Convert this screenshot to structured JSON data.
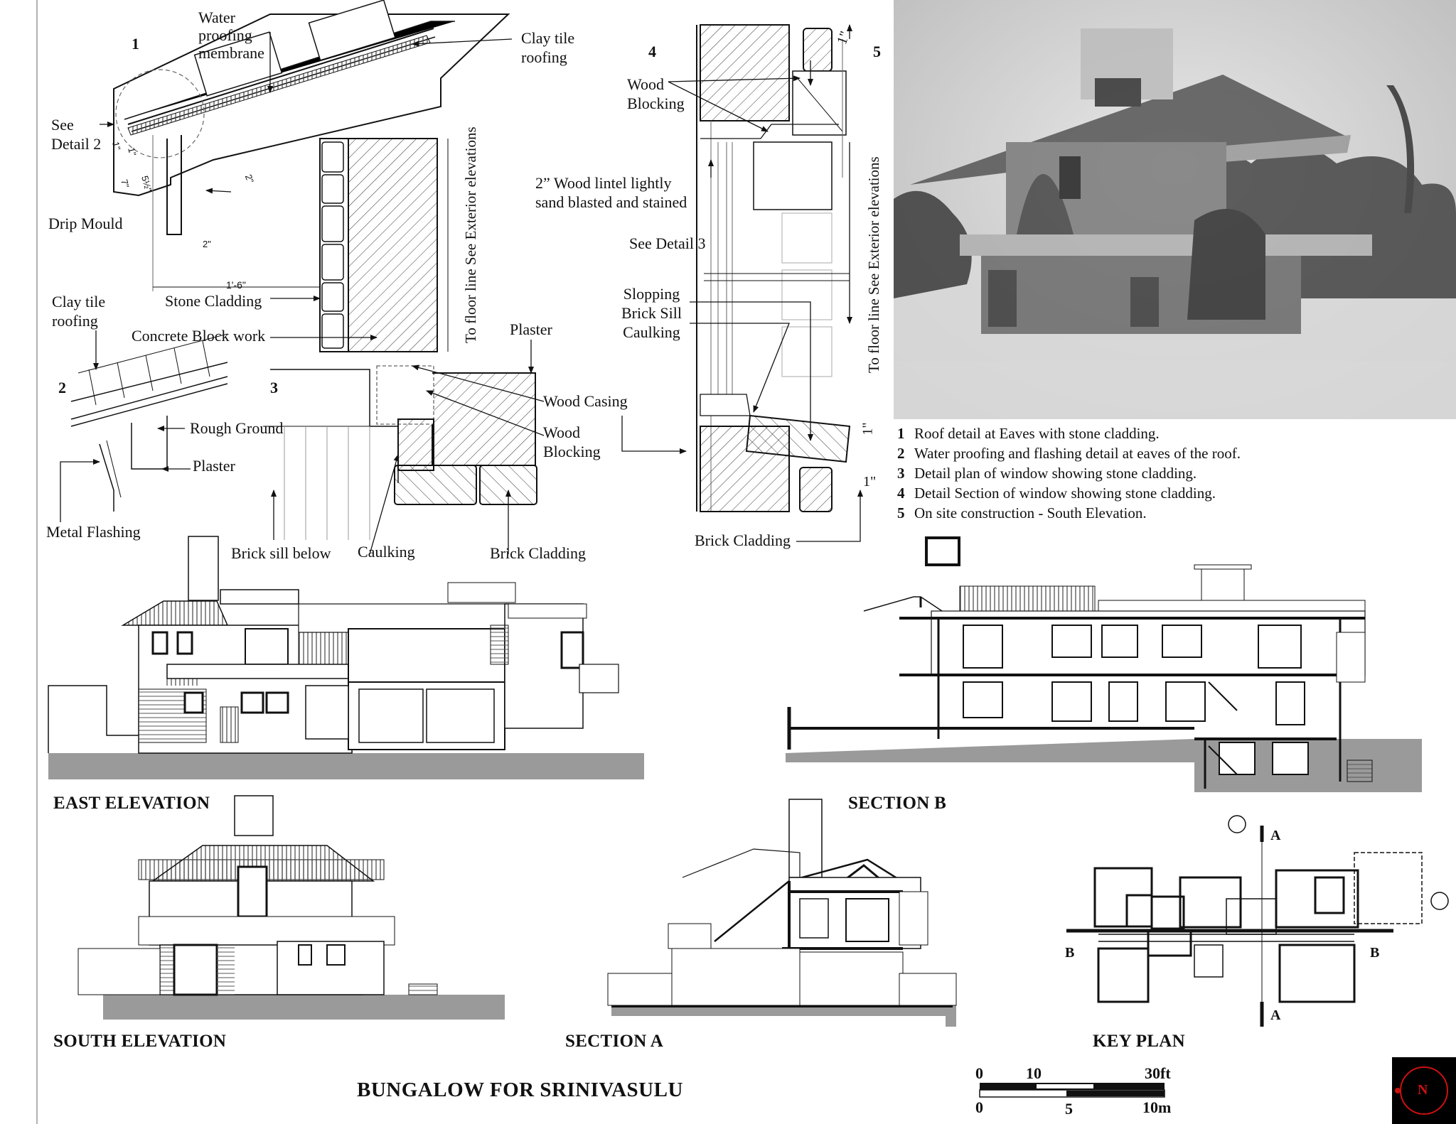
{
  "details": {
    "numbers": [
      "1",
      "2",
      "3",
      "4",
      "5"
    ],
    "d1": {
      "water_proofing": [
        "Water",
        "proofing",
        "membrane"
      ],
      "clay_tile": [
        "Clay tile",
        "roofing"
      ],
      "see_detail2": [
        "See",
        "Detail 2"
      ],
      "drip_mould": "Drip Mould",
      "stone_cladding": "Stone Cladding",
      "concrete_block": "Concrete Block work",
      "floor_line": "To floor line See Exterior elevations",
      "dim_1_6": "1'-6\"",
      "dim_2a": "2\"",
      "dim_2b": "2\"",
      "dim_1": "1\"",
      "dim_7": "7\"",
      "dim_5_5": "5½\"",
      "dim_1b": "1\""
    },
    "d2": {
      "clay_tile": [
        "Clay tile",
        "roofing"
      ],
      "rough_ground": "Rough Ground",
      "plaster": "Plaster",
      "metal_flashing": "Metal Flashing"
    },
    "d3": {
      "plaster": "Plaster",
      "wood_casing": "Wood Casing",
      "wood_blocking": [
        "Wood",
        "Blocking"
      ],
      "brick_sill": "Brick sill below",
      "caulking": "Caulking",
      "brick_cladding": "Brick Cladding"
    },
    "d4": {
      "wood_blocking": [
        "Wood",
        "Blocking"
      ],
      "wood_lintel": [
        "2” Wood lintel lightly",
        "sand blasted and stained"
      ],
      "see_detail3": "See Detail 3",
      "sloping": [
        "Slopping",
        "Brick Sill",
        "Caulking"
      ],
      "brick_cladding": "Brick Cladding",
      "floor_line": "To floor line See Exterior elevations",
      "dim_1a": "1\"",
      "dim_1b": "1\"",
      "dim_1c": "1\""
    }
  },
  "legend": [
    {
      "n": "1",
      "text": "Roof detail at Eaves with stone cladding."
    },
    {
      "n": "2",
      "text": "Water proofing and flashing detail at eaves of the roof."
    },
    {
      "n": "3",
      "text": "Detail plan of window showing stone cladding."
    },
    {
      "n": "4",
      "text": "Detail Section of window  showing stone cladding."
    },
    {
      "n": "5",
      "text": "On site construction  - South  Elevation."
    }
  ],
  "drawings": {
    "east_elevation": "EAST ELEVATION",
    "section_b": "SECTION  B",
    "south_elevation": "SOUTH ELEVATION",
    "section_a": "SECTION A",
    "key_plan": "KEY PLAN"
  },
  "key_plan_marks": {
    "a_top": "A",
    "a_bottom": "A",
    "b_left": "B",
    "b_right": "B"
  },
  "title": "BUNGALOW FOR SRINIVASULU",
  "scale": {
    "top": [
      "0",
      "10",
      "30ft"
    ],
    "bottom": [
      "0",
      "5",
      "10m"
    ]
  },
  "north": "N",
  "colors": {
    "ink": "#111111",
    "ground": "#9a9a9a",
    "north_bg": "#000000",
    "north_red": "#cc1111",
    "photo_dark": "#3a3a3a",
    "photo_light": "#e6e6e6"
  }
}
